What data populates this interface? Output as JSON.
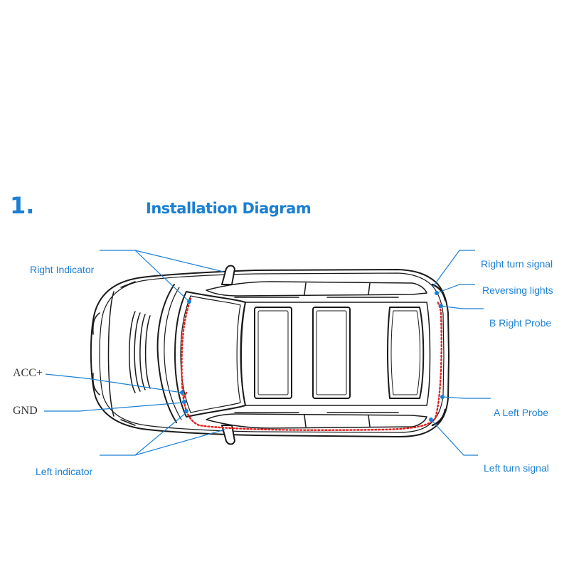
{
  "header": {
    "step_number": "1.",
    "title": "Installation Diagram"
  },
  "labels": {
    "right_indicator": "Right Indicator",
    "acc_plus": "ACC+",
    "gnd": "GND",
    "left_indicator": "Left indicator",
    "right_turn_signal": "Right turn signal",
    "reversing_lights": "Reversing lights",
    "b_right_probe": "B Right Probe",
    "a_left_probe": "A Left Probe",
    "left_turn_signal": "Left turn signal"
  },
  "colors": {
    "label_blue": "#1b7fd4",
    "wire_red": "#e02020",
    "wire_blue": "#1b7fd4",
    "car_outline": "#1a1a1a"
  }
}
